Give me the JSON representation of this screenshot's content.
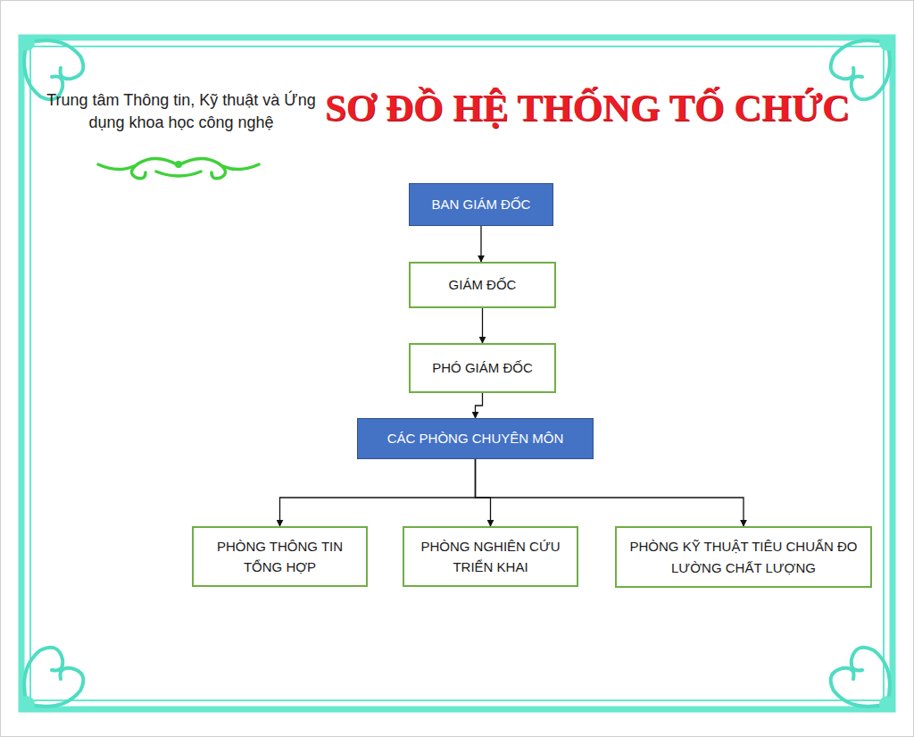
{
  "diagram": {
    "title": "SƠ ĐỒ HỆ THỐNG TỐ CHỨC",
    "nodes": [
      {
        "text": [
          "BAN GIÁM ĐỐC"
        ]
      },
      {
        "text": [
          "GIÁM ĐỐC"
        ]
      },
      {
        "text": [
          "PHÓ GIÁM ĐỐC"
        ]
      },
      {
        "text": [
          "CÁC PHÒNG CHUYÊN MÔN"
        ]
      },
      {
        "text": [
          "PHÒNG THÔNG TIN TỔNG HỢP"
        ]
      },
      {
        "text": [
          "PHÒNG NGHIÊN CỨU TRIỂN KHAI"
        ]
      },
      {
        "text": [
          "PHÒNG KỸ THUẬT TIÊU CHUẨN ĐO LƯỜNG CHẤT LƯỢNG"
        ]
      }
    ],
    "edges": [
      {
        "from": 0,
        "to": 1,
        "arrow": "to"
      },
      {
        "from": 1,
        "to": 2,
        "arrow": "to"
      },
      {
        "from": 2,
        "to": 3,
        "arrow": "to"
      },
      {
        "from": 3,
        "to": 4,
        "arrow": "to"
      },
      {
        "from": 3,
        "to": 5,
        "arrow": "to"
      },
      {
        "from": 3,
        "to": 6,
        "arrow": "to"
      }
    ],
    "labels": [
      "Trung tâm Thông tin, Kỹ thuật và Ứng dụng khoa học công nghệ"
    ]
  }
}
